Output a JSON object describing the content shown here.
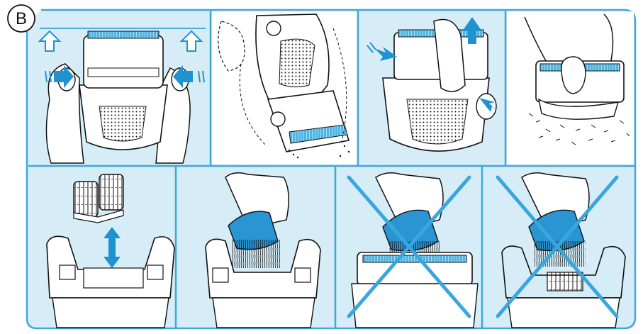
{
  "figure": {
    "label": "B",
    "colors": {
      "panel_bg": "#d6ecf6",
      "frame": "#3ea9d9",
      "accent": "#1f93d0",
      "line": "#111111",
      "white": "#ffffff",
      "cross": "#3aa6de"
    },
    "top_row": [
      {
        "id": "step-press-release",
        "icon": "two-hands-pressing-shaver-icon"
      },
      {
        "id": "step-head-removal",
        "icon": "shaver-head-tilt-icon"
      },
      {
        "id": "step-lift-foil-frame",
        "icon": "finger-lifting-foil-frame-icon"
      },
      {
        "id": "step-tap-out-hair",
        "icon": "tapping-foil-frame-icon"
      }
    ],
    "bottom_row": [
      {
        "id": "step-remove-cutter",
        "icon": "cutter-block-removal-icon",
        "crossed": false
      },
      {
        "id": "step-brush-shaver",
        "icon": "brush-cleaning-icon",
        "crossed": false
      },
      {
        "id": "step-no-brush-foil",
        "icon": "brush-on-foil-crossed-icon",
        "crossed": true
      },
      {
        "id": "step-no-brush-cutter",
        "icon": "brush-on-cutter-crossed-icon",
        "crossed": true
      }
    ]
  }
}
